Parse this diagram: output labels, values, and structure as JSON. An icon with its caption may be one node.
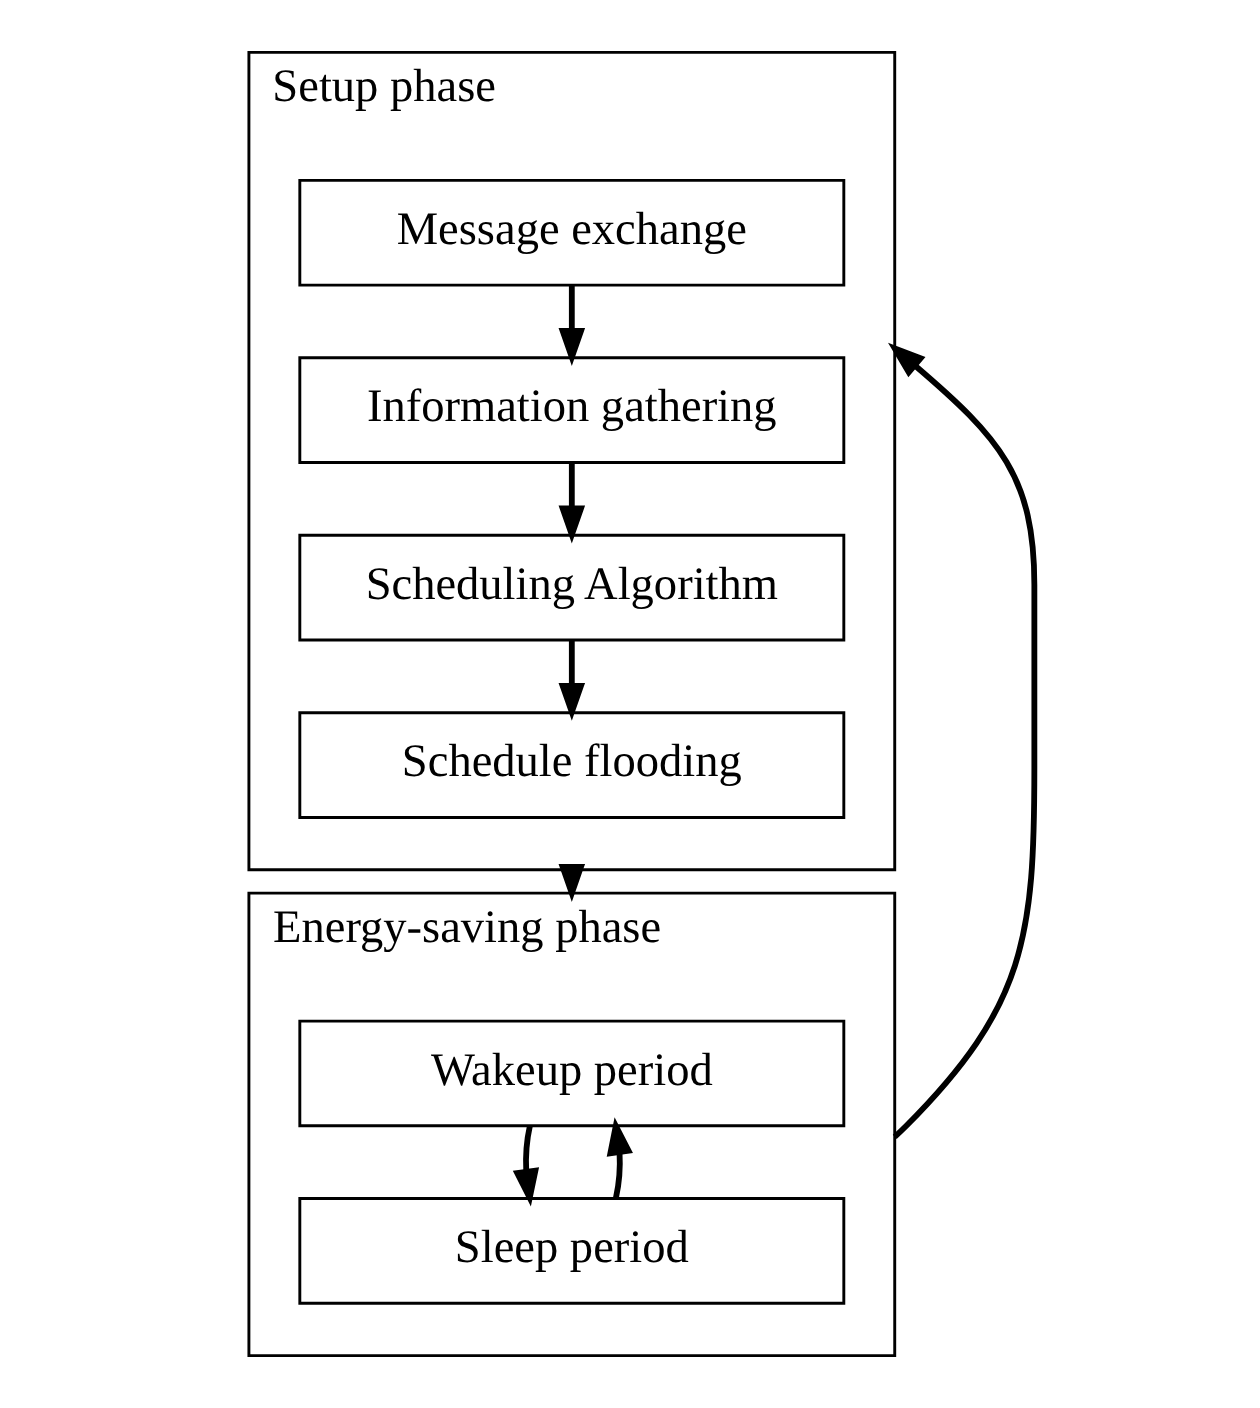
{
  "diagram": {
    "nodes": [
      {
        "text": [
          "Setup phase"
        ]
      },
      {
        "text": [
          "Message exchange"
        ],
        "in": 0
      },
      {
        "text": [
          "Information gathering"
        ],
        "in": 0
      },
      {
        "text": [
          "Scheduling Algorithm"
        ],
        "in": 0
      },
      {
        "text": [
          "Schedule flooding"
        ],
        "in": 0
      },
      {
        "text": [
          "Energy-saving phase"
        ]
      },
      {
        "text": [
          "Wakeup period"
        ],
        "in": 5
      },
      {
        "text": [
          "Sleep period"
        ],
        "in": 5
      }
    ],
    "edges": [
      {
        "from": 1,
        "to": 2,
        "arrow": "to"
      },
      {
        "from": 2,
        "to": 3,
        "arrow": "to"
      },
      {
        "from": 3,
        "to": 4,
        "arrow": "to"
      },
      {
        "from": 0,
        "to": 5,
        "arrow": "to"
      },
      {
        "from": 6,
        "to": 7,
        "arrow": "to"
      },
      {
        "from": 7,
        "to": 6,
        "arrow": "to"
      },
      {
        "from": 5,
        "to": 0,
        "arrow": "to"
      }
    ]
  }
}
